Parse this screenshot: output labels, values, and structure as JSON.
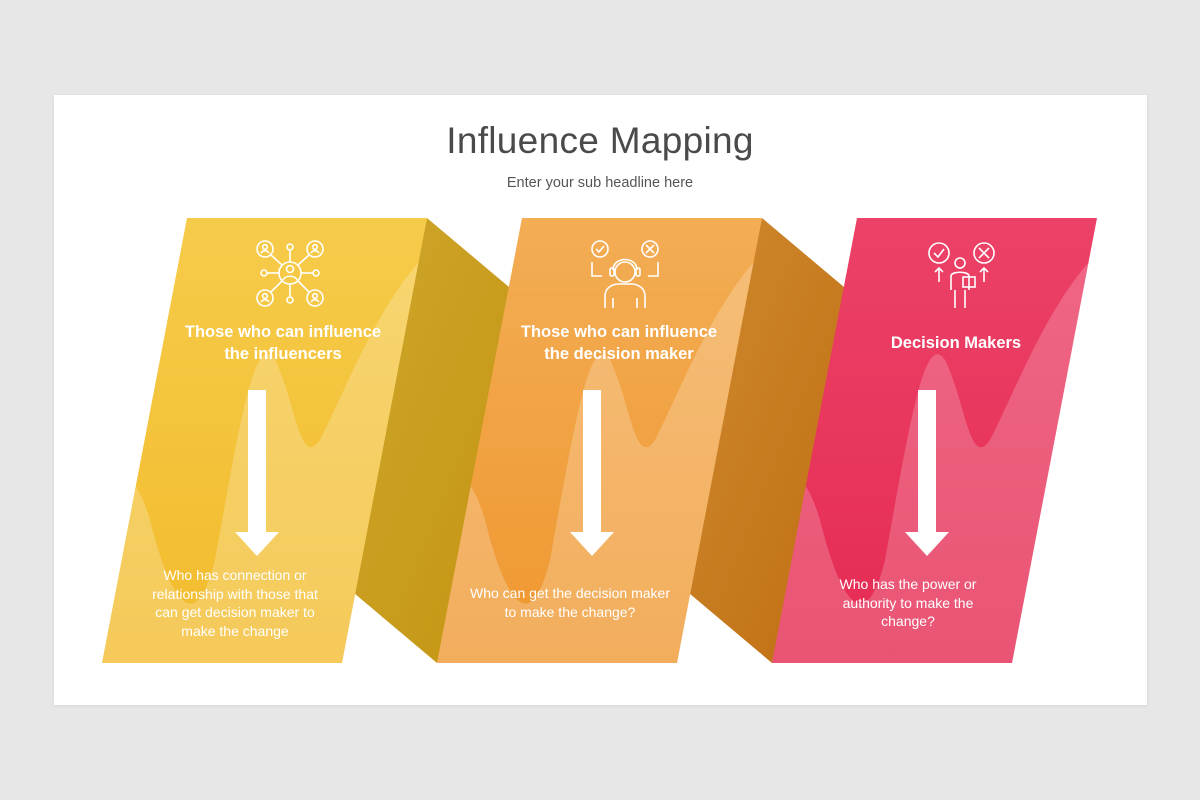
{
  "slide": {
    "title": "Influence Mapping",
    "subtitle": "Enter your sub headline here"
  },
  "stages": [
    {
      "heading": "Those who can influence the influencers",
      "description": "Who has connection or relationship with those that can get decision maker to make the change",
      "icon": "network-people-icon",
      "color": "#f4c232"
    },
    {
      "heading": "Those who can influence the decision maker",
      "description": "Who can get the decision maker to make the change?",
      "icon": "person-check-cross-icon",
      "color": "#f1a043"
    },
    {
      "heading": "Decision Makers",
      "description": "Who has the power or authority to make the change?",
      "icon": "decision-maker-icon",
      "color": "#e9345a"
    }
  ],
  "colors": {
    "background": "#e8e7e8",
    "slide": "#ffffff",
    "title": "#4a4a4a",
    "yellow_panel": "#f4c232",
    "yellow_fold": "#c99c1f",
    "orange_panel": "#f1a043",
    "orange_fold": "#c97622",
    "red_panel": "#e9345a"
  }
}
